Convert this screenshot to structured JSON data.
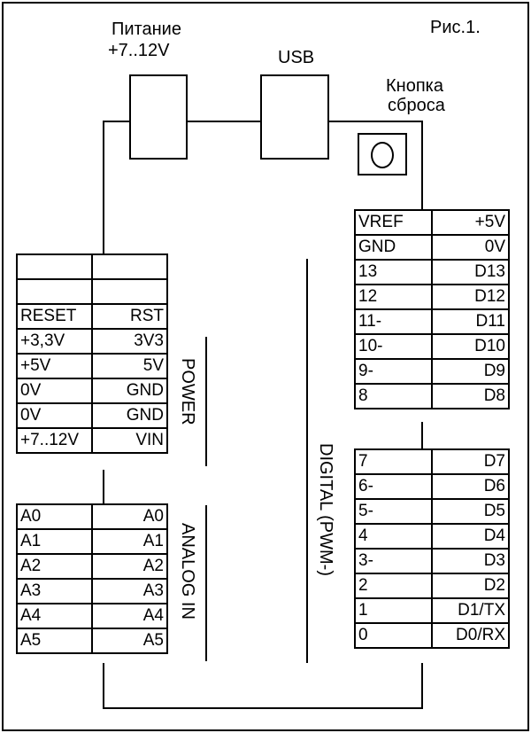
{
  "figure_label": "Рис.1.",
  "power_input": {
    "line1": "Питание",
    "line2": "+7..12V"
  },
  "usb_label": "USB",
  "reset_label": {
    "line1": "Кнопка",
    "line2": "сброса"
  },
  "power_section_label": "POWER",
  "analog_section_label": "ANALOG IN",
  "digital_section_label": "DIGITAL (PWM-)",
  "power_rows": [
    {
      "left": "",
      "right": ""
    },
    {
      "left": "",
      "right": ""
    },
    {
      "left": "RESET",
      "right": "RST"
    },
    {
      "left": "+3,3V",
      "right": "3V3"
    },
    {
      "left": "+5V",
      "right": "5V"
    },
    {
      "left": "0V",
      "right": "GND"
    },
    {
      "left": "0V",
      "right": "GND"
    },
    {
      "left": "+7..12V",
      "right": "VIN"
    }
  ],
  "analog_rows": [
    {
      "left": "A0",
      "right": "A0"
    },
    {
      "left": "A1",
      "right": "A1"
    },
    {
      "left": "A2",
      "right": "A2"
    },
    {
      "left": "A3",
      "right": "A3"
    },
    {
      "left": "A4",
      "right": "A4"
    },
    {
      "left": "A5",
      "right": "A5"
    }
  ],
  "digital_upper_rows": [
    {
      "left": "VREF",
      "right": "+5V"
    },
    {
      "left": "GND",
      "right": "0V"
    },
    {
      "left": "13",
      "right": "D13"
    },
    {
      "left": "12",
      "right": "D12"
    },
    {
      "left": "11-",
      "right": "D11"
    },
    {
      "left": "10-",
      "right": "D10"
    },
    {
      "left": "9-",
      "right": "D9"
    },
    {
      "left": "8",
      "right": "D8"
    }
  ],
  "digital_lower_rows": [
    {
      "left": "7",
      "right": "D7"
    },
    {
      "left": "6-",
      "right": "D6"
    },
    {
      "left": "5-",
      "right": "D5"
    },
    {
      "left": "4",
      "right": "D4"
    },
    {
      "left": "3-",
      "right": "D3"
    },
    {
      "left": "2",
      "right": "D2"
    },
    {
      "left": "1",
      "right": "D1/TX"
    },
    {
      "left": "0",
      "right": "D0/RX"
    }
  ]
}
